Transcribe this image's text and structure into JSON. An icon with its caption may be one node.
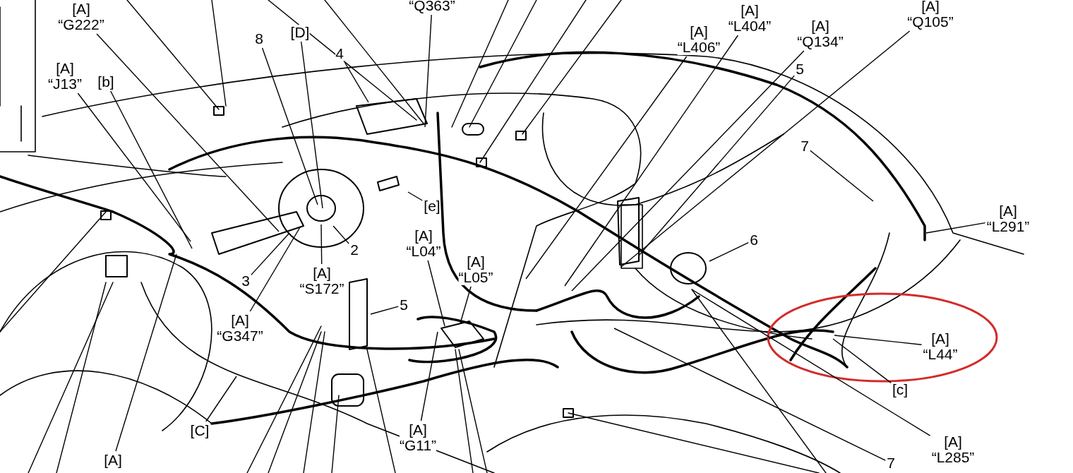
{
  "diagram": {
    "nodes": [
      {
        "text": [
          "[A] “G222”"
        ]
      },
      {
        "text": [
          "[A] “J13”"
        ]
      },
      {
        "text": [
          "[b]"
        ]
      },
      {
        "text": [
          "8"
        ]
      },
      {
        "text": [
          "[D]"
        ]
      },
      {
        "text": [
          "4"
        ]
      },
      {
        "text": [
          "“Q363”"
        ]
      },
      {
        "text": [
          "[A] “L406”"
        ]
      },
      {
        "text": [
          "[A] “L404”"
        ]
      },
      {
        "text": [
          "[A] “Q134”"
        ]
      },
      {
        "text": [
          "[A] “Q105”"
        ]
      },
      {
        "text": [
          "5"
        ]
      },
      {
        "text": [
          "7"
        ]
      },
      {
        "text": [
          "[A] “L291”"
        ]
      },
      {
        "text": [
          "[e]"
        ]
      },
      {
        "text": [
          "2"
        ]
      },
      {
        "text": [
          "3"
        ]
      },
      {
        "text": [
          "[A] “S172”"
        ]
      },
      {
        "text": [
          "[A] “G347”"
        ]
      },
      {
        "text": [
          "[A] “L04”"
        ]
      },
      {
        "text": [
          "[A] “L05”"
        ]
      },
      {
        "text": [
          "5"
        ]
      },
      {
        "text": [
          "6"
        ]
      },
      {
        "text": [
          "[A] “L44”"
        ]
      },
      {
        "text": [
          "[c]"
        ]
      },
      {
        "text": [
          "[A] “G11”"
        ]
      },
      {
        "text": [
          "[C]"
        ]
      },
      {
        "text": [
          "[A]"
        ]
      },
      {
        "text": [
          "[A] “L285”"
        ]
      },
      {
        "text": [
          "7"
        ]
      }
    ],
    "edges": [
      {
        "from": 0,
        "to": null,
        "arrow": "none"
      },
      {
        "from": 1,
        "to": null,
        "arrow": "none"
      },
      {
        "from": 2,
        "to": null,
        "arrow": "none"
      },
      {
        "from": 3,
        "to": null,
        "arrow": "none"
      },
      {
        "from": 4,
        "to": null,
        "arrow": "none"
      },
      {
        "from": 5,
        "to": null,
        "arrow": "none"
      },
      {
        "from": 6,
        "to": null,
        "arrow": "none"
      },
      {
        "from": 7,
        "to": null,
        "arrow": "none"
      },
      {
        "from": 8,
        "to": null,
        "arrow": "none"
      },
      {
        "from": 9,
        "to": null,
        "arrow": "none"
      },
      {
        "from": 10,
        "to": null,
        "arrow": "none"
      },
      {
        "from": 11,
        "to": null,
        "arrow": "none"
      },
      {
        "from": 12,
        "to": null,
        "arrow": "none"
      },
      {
        "from": 13,
        "to": null,
        "arrow": "none"
      },
      {
        "from": 14,
        "to": null,
        "arrow": "none"
      },
      {
        "from": 15,
        "to": null,
        "arrow": "none"
      },
      {
        "from": 16,
        "to": null,
        "arrow": "none"
      },
      {
        "from": 17,
        "to": null,
        "arrow": "none"
      },
      {
        "from": 18,
        "to": null,
        "arrow": "none"
      },
      {
        "from": 19,
        "to": null,
        "arrow": "none"
      },
      {
        "from": 20,
        "to": null,
        "arrow": "none"
      },
      {
        "from": 21,
        "to": null,
        "arrow": "none"
      },
      {
        "from": 22,
        "to": null,
        "arrow": "none"
      },
      {
        "from": 23,
        "to": null,
        "arrow": "none"
      },
      {
        "from": 24,
        "to": null,
        "arrow": "none"
      },
      {
        "from": 25,
        "to": null,
        "arrow": "none"
      },
      {
        "from": 26,
        "to": null,
        "arrow": "none"
      },
      {
        "from": 27,
        "to": null,
        "arrow": "none"
      },
      {
        "from": 28,
        "to": null,
        "arrow": "none"
      },
      {
        "from": 29,
        "to": null,
        "arrow": "none"
      }
    ]
  }
}
